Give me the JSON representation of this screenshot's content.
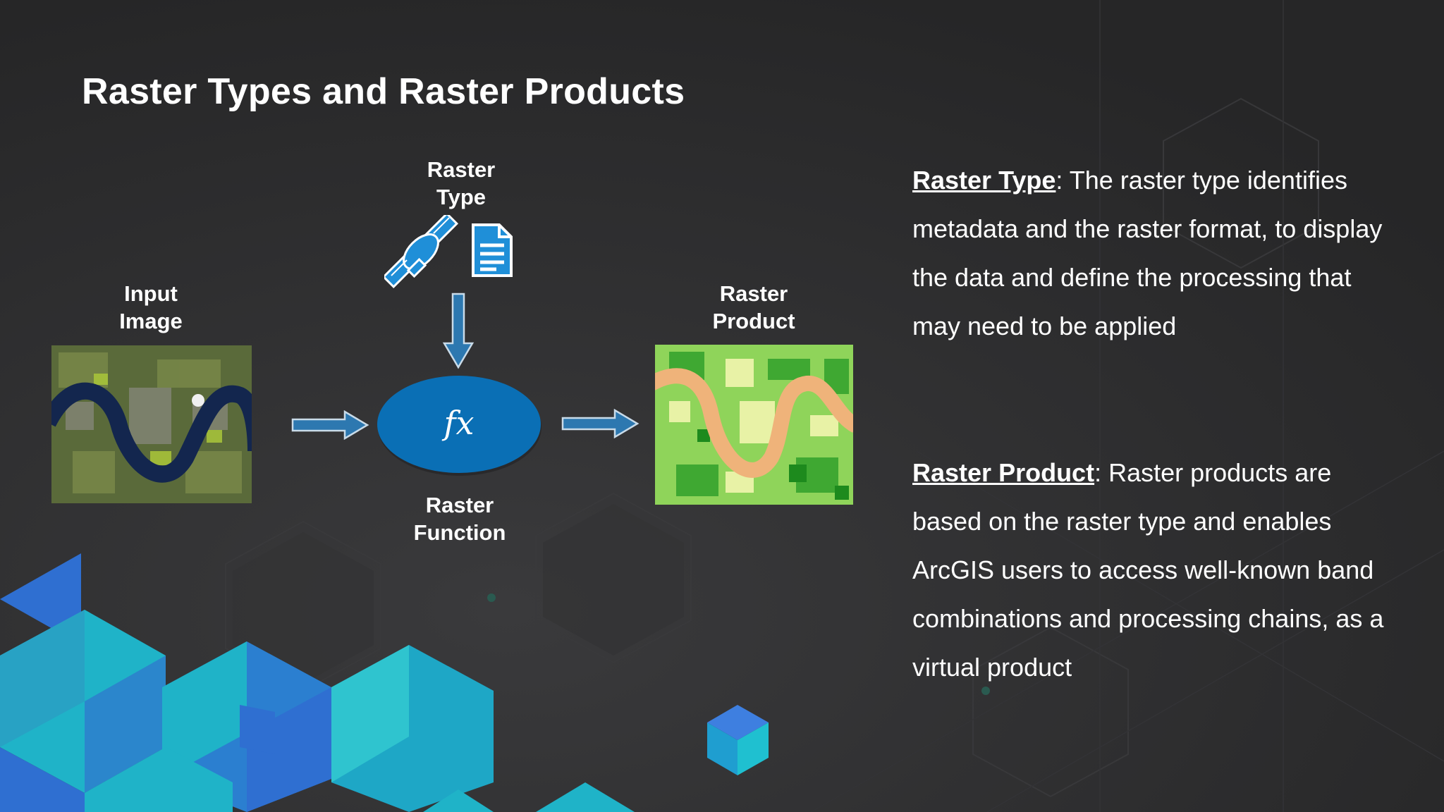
{
  "slide": {
    "title": "Raster Types and Raster Products"
  },
  "diagram": {
    "input_image_label": "Input\nImage",
    "raster_type_label": "Raster\nType",
    "raster_function_label": "Raster\nFunction",
    "raster_product_label": "Raster\nProduct",
    "function_symbol": "fx"
  },
  "descriptions": {
    "raster_type": {
      "term": "Raster Type",
      "text": ": The raster type identifies metadata and the raster format, to display the data and define the processing that may need to be applied"
    },
    "raster_product": {
      "term": "Raster Product",
      "text": ": Raster products are based on the raster type and enables ArcGIS users to access well-known band combinations and processing chains, as a virtual product"
    }
  },
  "colors": {
    "background": "#2b2b2c",
    "node_blue": "#0a6fb5",
    "arrow_blue": "#2d78b0",
    "icon_blue": "#1f8fd8",
    "cube_teal": "#1fb3c8",
    "cube_blue": "#2f6fd1"
  },
  "icons": [
    "satellite-icon",
    "document-icon"
  ]
}
